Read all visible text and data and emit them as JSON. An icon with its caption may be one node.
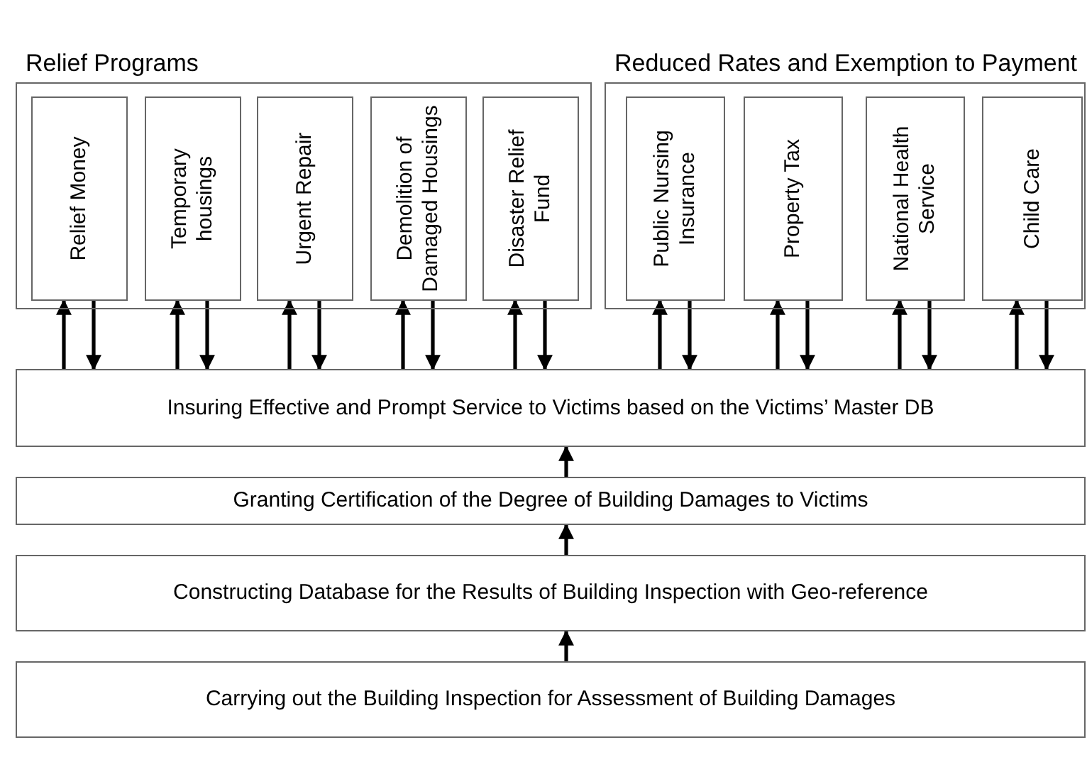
{
  "diagram": {
    "nodes": [
      {
        "text": [
          "Relief Programs"
        ]
      },
      {
        "text": [
          "Relief Money"
        ],
        "in": 0
      },
      {
        "text": [
          "Temporary housings"
        ],
        "in": 0
      },
      {
        "text": [
          "Urgent Repair"
        ],
        "in": 0
      },
      {
        "text": [
          "Demolition of Damaged Housings"
        ],
        "in": 0
      },
      {
        "text": [
          "Disaster Relief Fund"
        ],
        "in": 0
      },
      {
        "text": [
          "Reduced Rates and Exemption to Payment"
        ]
      },
      {
        "text": [
          "Public Nursing Insurance"
        ],
        "in": 6
      },
      {
        "text": [
          "Property Tax"
        ],
        "in": 6
      },
      {
        "text": [
          "National Health Service"
        ],
        "in": 6
      },
      {
        "text": [
          "Child Care"
        ],
        "in": 6
      },
      {
        "text": [
          "Insuring Effective and Prompt Service to Victims based on the Victims’ Master DB"
        ]
      },
      {
        "text": [
          "Granting Certification of the Degree of Building Damages to Victims"
        ]
      },
      {
        "text": [
          "Constructing Database for the Results of Building Inspection with Geo-reference"
        ]
      },
      {
        "text": [
          "Carrying out the Building Inspection for Assessment of Building Damages"
        ]
      }
    ],
    "edges": [
      {
        "from": 11,
        "to": 1,
        "arrow": "to"
      },
      {
        "from": 1,
        "to": 11,
        "arrow": "to"
      },
      {
        "from": 11,
        "to": 2,
        "arrow": "to"
      },
      {
        "from": 2,
        "to": 11,
        "arrow": "to"
      },
      {
        "from": 11,
        "to": 3,
        "arrow": "to"
      },
      {
        "from": 3,
        "to": 11,
        "arrow": "to"
      },
      {
        "from": 11,
        "to": 4,
        "arrow": "to"
      },
      {
        "from": 4,
        "to": 11,
        "arrow": "to"
      },
      {
        "from": 11,
        "to": 5,
        "arrow": "to"
      },
      {
        "from": 5,
        "to": 11,
        "arrow": "to"
      },
      {
        "from": 11,
        "to": 7,
        "arrow": "to"
      },
      {
        "from": 7,
        "to": 11,
        "arrow": "to"
      },
      {
        "from": 11,
        "to": 8,
        "arrow": "to"
      },
      {
        "from": 8,
        "to": 11,
        "arrow": "to"
      },
      {
        "from": 11,
        "to": 9,
        "arrow": "to"
      },
      {
        "from": 9,
        "to": 11,
        "arrow": "to"
      },
      {
        "from": 11,
        "to": 10,
        "arrow": "to"
      },
      {
        "from": 10,
        "to": 11,
        "arrow": "to"
      },
      {
        "from": 14,
        "to": 13,
        "arrow": "to"
      },
      {
        "from": 13,
        "to": 12,
        "arrow": "to"
      },
      {
        "from": 12,
        "to": 11,
        "arrow": "to"
      }
    ]
  }
}
